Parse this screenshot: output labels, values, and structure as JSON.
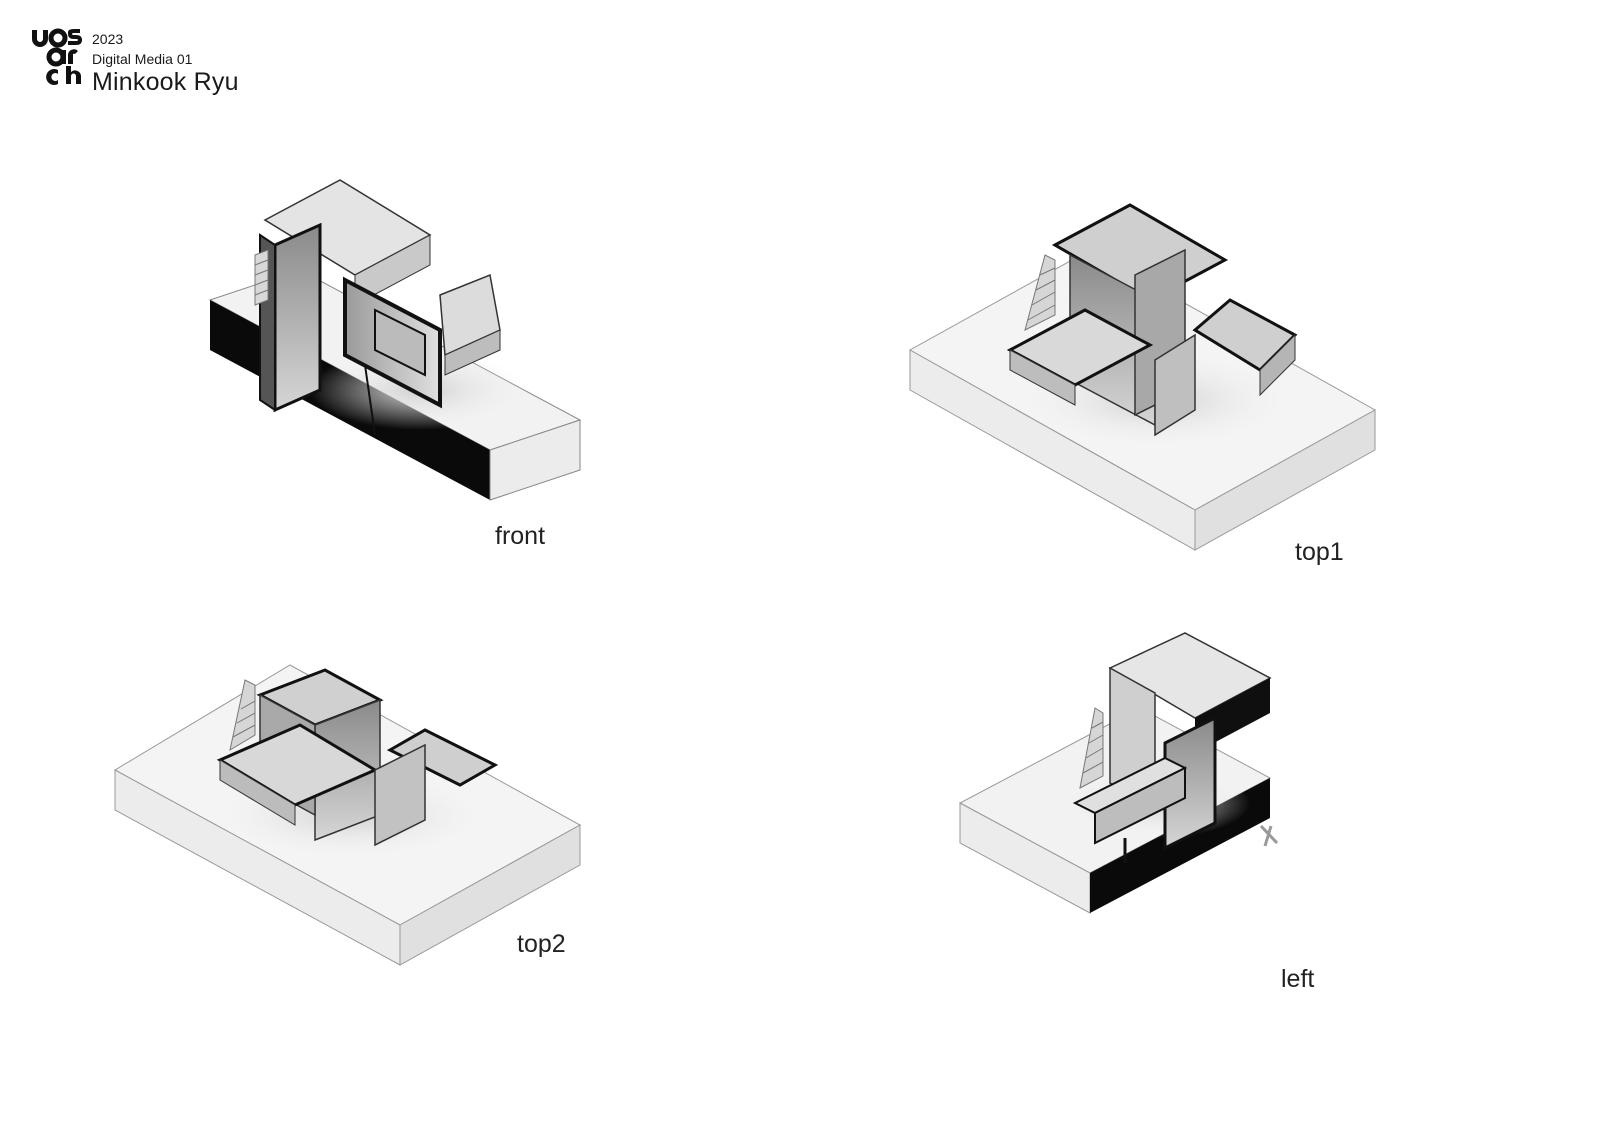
{
  "header": {
    "logo_text": "uos arch",
    "year": "2023",
    "course": "Digital Media 01",
    "author": "Minkook Ryu"
  },
  "views": [
    {
      "key": "front",
      "label": "front"
    },
    {
      "key": "top1",
      "label": "top1"
    },
    {
      "key": "top2",
      "label": "top2"
    },
    {
      "key": "left",
      "label": "left"
    }
  ]
}
